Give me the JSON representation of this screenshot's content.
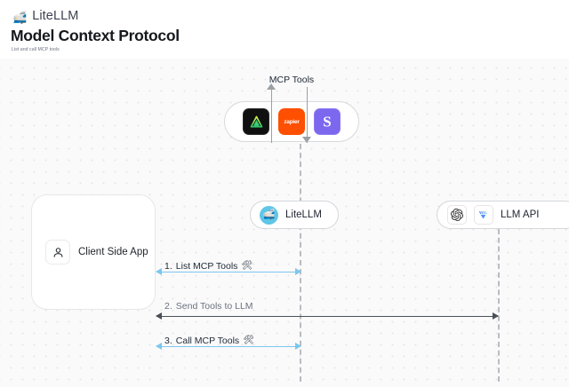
{
  "header": {
    "brand_logo_icon": "bullet-train-icon",
    "brand_logo_glyph": "🚅",
    "brand_name": "LiteLLM",
    "title": "Model Context Protocol",
    "subtitle": "List and call MCP tools"
  },
  "diagram": {
    "mcp_group": {
      "title": "MCP Tools",
      "tools": [
        {
          "name": "supabase",
          "icon": "supabase-icon",
          "label": "",
          "bg": "#101010"
        },
        {
          "name": "zapier",
          "icon": "zapier-icon",
          "label": "zapier",
          "bg": "#ff4f00"
        },
        {
          "name": "stripe",
          "icon": "stripe-icon",
          "label": "S",
          "bg": "#7b68ee"
        }
      ]
    },
    "nodes": {
      "client": {
        "label": "Client Side App",
        "icon": "person-icon"
      },
      "litellm": {
        "label": "LiteLLM",
        "icon": "litellm-avatar-icon",
        "avatar_glyph": "🚅"
      },
      "llm_api": {
        "label": "LLM API",
        "icons": [
          "openai-icon",
          "vertex-ai-icon"
        ]
      }
    },
    "messages": [
      {
        "number": "1.",
        "text": "List MCP Tools",
        "emoji": "🛠",
        "color": "#7cc7ef",
        "direction": "bidirectional",
        "from": "client",
        "to": "litellm"
      },
      {
        "number": "2.",
        "text": "Send Tools to LLM",
        "emoji": "",
        "color": "#4a4f57",
        "direction": "bidirectional",
        "from": "client",
        "to": "llm_api"
      },
      {
        "number": "3.",
        "text": "Call MCP Tools",
        "emoji": "🛠",
        "color": "#7cc7ef",
        "direction": "bidirectional",
        "from": "client",
        "to": "litellm"
      }
    ]
  },
  "colors": {
    "canvas_bg": "#fafafa",
    "accent_blue": "#7cc7ef",
    "dark_arrow": "#4a4f57",
    "lifeline": "#b9bcc2"
  }
}
